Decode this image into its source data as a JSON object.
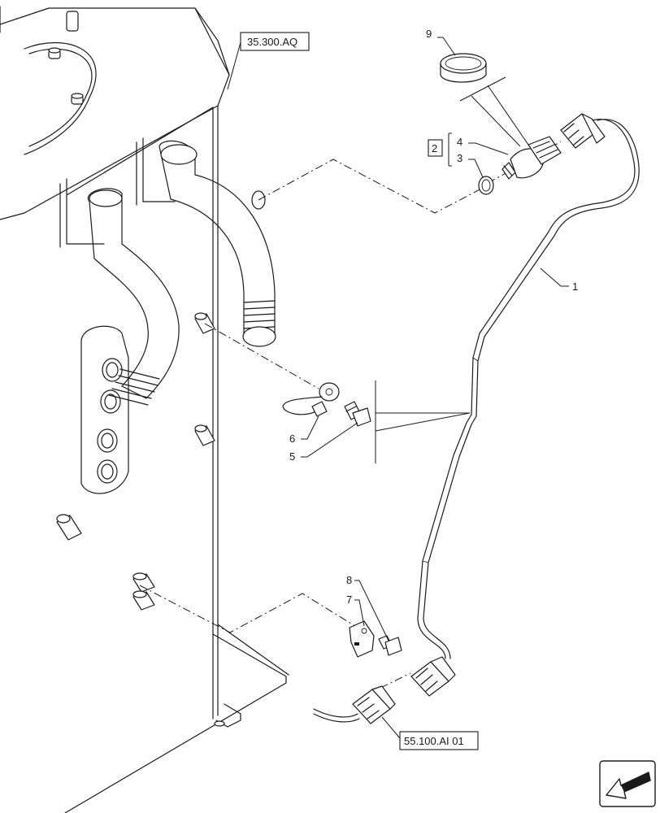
{
  "callouts": {
    "item_1": "1",
    "item_2": "2",
    "item_3": "3",
    "item_4": "4",
    "item_5": "5",
    "item_6": "6",
    "item_7": "7",
    "item_8": "8",
    "item_9": "9"
  },
  "references": {
    "top_ref": "35.300.AQ",
    "bottom_ref": "55.100.AI 01"
  },
  "navigation": {
    "icon": "arrow-back-icon"
  }
}
